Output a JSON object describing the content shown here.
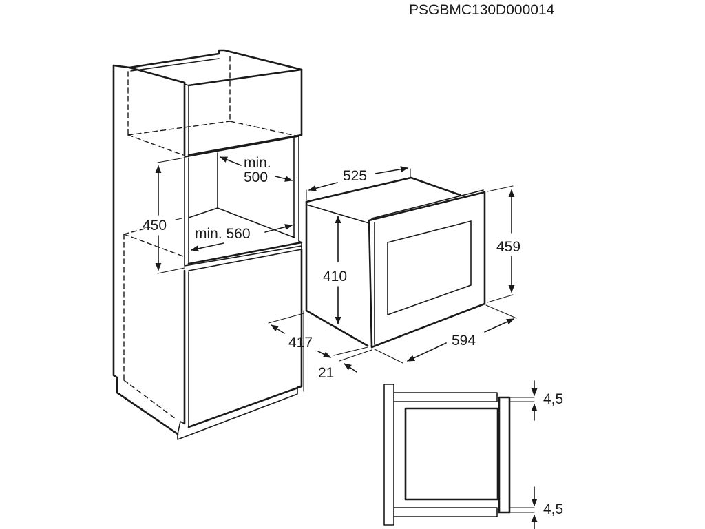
{
  "drawing_code": "PSGBMC130D000014",
  "cabinet": {
    "niche_height": "450",
    "niche_depth_line1": "min.",
    "niche_depth_line2": "500",
    "niche_width": "min. 560"
  },
  "appliance": {
    "depth": "525",
    "body_height": "410",
    "front_height": "459",
    "width": "594",
    "depth_body": "417",
    "front_thickness": "21"
  },
  "detail": {
    "gap_top": "4,5",
    "gap_bottom": "4,5"
  }
}
